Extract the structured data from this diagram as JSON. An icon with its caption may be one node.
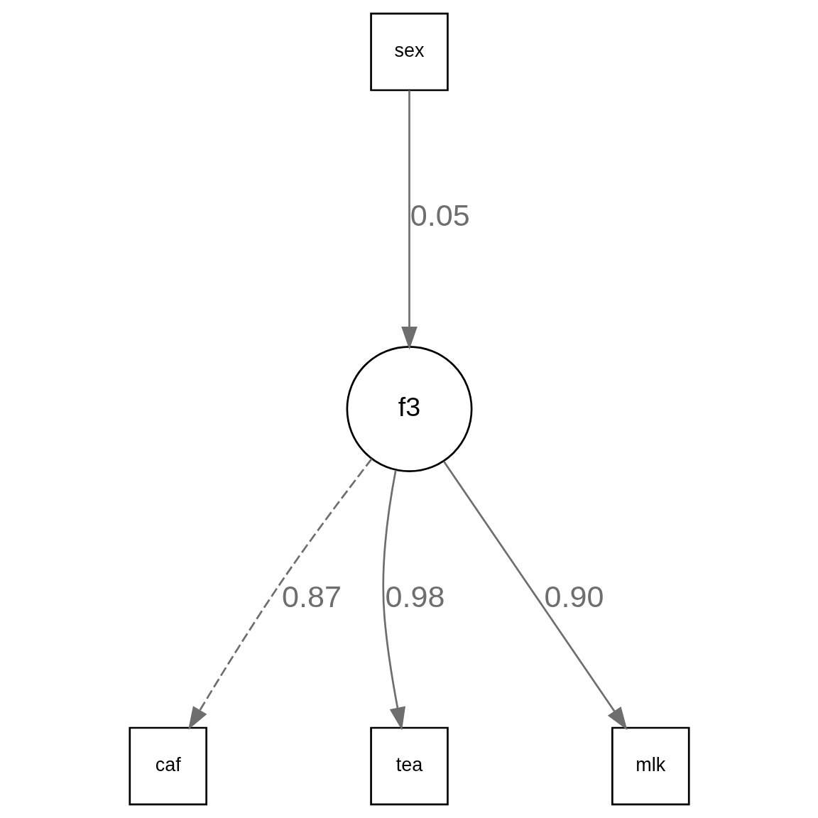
{
  "diagram": {
    "nodes": [
      {
        "text": [
          "sex"
        ]
      },
      {
        "text": [
          "f3"
        ]
      },
      {
        "text": [
          "caf"
        ]
      },
      {
        "text": [
          "tea"
        ]
      },
      {
        "text": [
          "mlk"
        ]
      }
    ],
    "edges": [
      {
        "from": 0,
        "to": 1,
        "arrow": "to",
        "label": "0.05"
      },
      {
        "from": 1,
        "to": 2,
        "arrow": "to",
        "label": "0.87",
        "style": "dashed"
      },
      {
        "from": 1,
        "to": 3,
        "arrow": "to",
        "label": "0.98"
      },
      {
        "from": 1,
        "to": 4,
        "arrow": "to",
        "label": "0.90"
      }
    ]
  }
}
